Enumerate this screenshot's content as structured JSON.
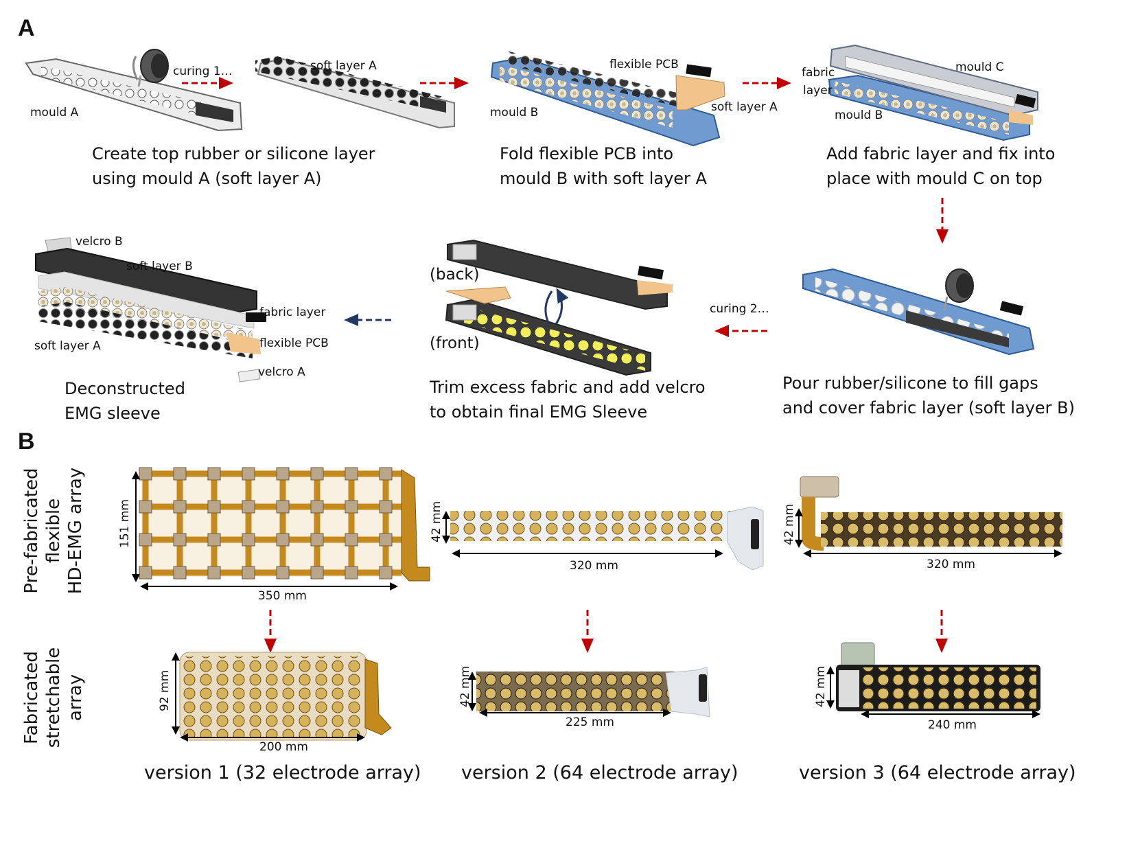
{
  "panel_a": {
    "letter": "A",
    "labels": {
      "curing_1": "curing 1…",
      "mould_a": "mould A",
      "soft_layer_a_1": "soft layer A",
      "flexible_pcb_1": "flexible PCB",
      "mould_b_1": "mould B",
      "soft_layer_a_2": "soft layer A",
      "fabric_layer_line1": "fabric",
      "fabric_layer_line2": "layer",
      "mould_c": "mould C",
      "mould_b_2": "mould B",
      "velcro_b": "velcro B",
      "soft_layer_b": "soft layer B",
      "fabric_layer_2": "fabric layer",
      "flexible_pcb_2": "flexible PCB",
      "soft_layer_a_3": "soft layer A",
      "velcro_a": "velcro A",
      "back": "(back)",
      "front": "(front)",
      "curing_2": "curing 2…"
    },
    "steps": {
      "step1": [
        "Create top rubber or silicone layer",
        "using mould A (soft layer A)"
      ],
      "step2": [
        "Fold flexible PCB into",
        "mould B with soft layer A"
      ],
      "step3": [
        "Add fabric layer and fix into",
        "place with mould C on top"
      ],
      "step4": [
        "Pour rubber/silicone to fill gaps",
        "and cover fabric layer (soft layer B)"
      ],
      "step5": [
        "Trim excess fabric and add velcro",
        "to obtain final EMG Sleeve"
      ],
      "step6": [
        "Deconstructed",
        "EMG sleeve"
      ]
    }
  },
  "panel_b": {
    "letter": "B",
    "row_labels": {
      "prefab": [
        "Pre-fabricated",
        "flexible",
        "HD-EMG array"
      ],
      "fab": [
        "Fabricated",
        "stretchable",
        "array"
      ]
    },
    "v1": {
      "prefab_height": "151 mm",
      "prefab_width": "350 mm",
      "fab_height": "92 mm",
      "fab_width": "200 mm",
      "caption": "version 1 (32 electrode array)"
    },
    "v2": {
      "prefab_height": "42 mm",
      "prefab_width": "320 mm",
      "fab_height": "42 mm",
      "fab_width": "225 mm",
      "caption": "version 2 (64 electrode array)"
    },
    "v3": {
      "prefab_height": "42 mm",
      "prefab_width": "320 mm",
      "fab_height": "42 mm",
      "fab_width": "240 mm",
      "caption": "version 3 (64 electrode array)"
    }
  },
  "colors": {
    "red_arrow": "#c00000",
    "blue_arrow": "#1f3864",
    "mould_blue": "#5b8bc7",
    "pcb_orange": "#f2c38a",
    "layer_dark": "#3a3a3a",
    "electrode_gold": "#c9a24a",
    "electrode_yellow": "#f2ee5a"
  }
}
